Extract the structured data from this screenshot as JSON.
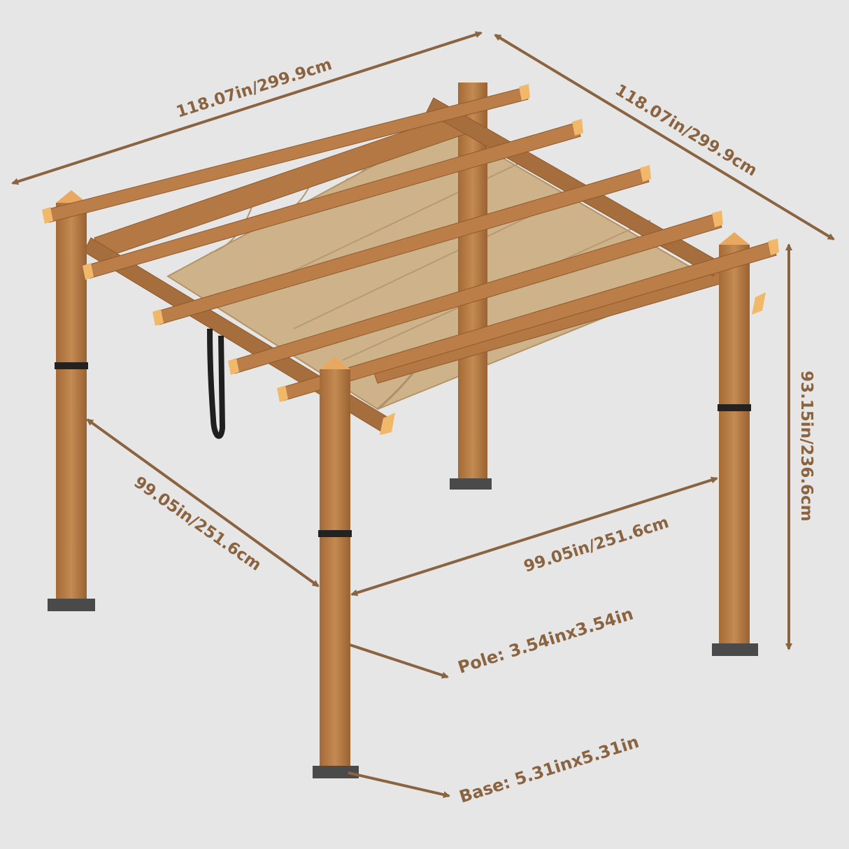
{
  "dimensions": {
    "top_width": "118.07in/299.9cm",
    "top_depth": "118.07in/299.9cm",
    "height": "93.15in/236.6cm",
    "bottom_left_span": "99.05in/251.6cm",
    "bottom_right_span": "99.05in/251.6cm"
  },
  "specs": {
    "pole": "Pole: 3.54inx3.54in",
    "base": "Base: 5.31inx5.31in"
  },
  "colors": {
    "background": "#e6e6e6",
    "dimension_line": "#8a6440",
    "wood": "#b87a44",
    "wood_dark": "#8e5a2c",
    "canopy": "#cdb28a",
    "beam_end": "#f0b868"
  }
}
